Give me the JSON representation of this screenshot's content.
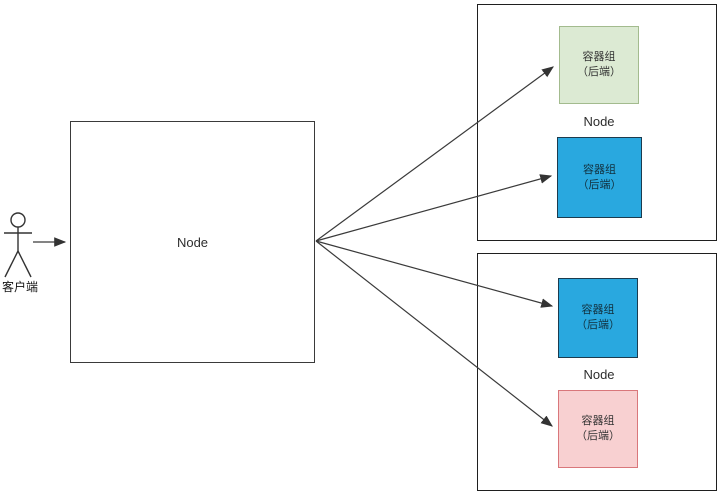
{
  "diagram": {
    "background": "#ffffff",
    "line_color": "#3a3a3a",
    "actor": {
      "label": "客户端"
    },
    "main_node": {
      "label": "Node"
    },
    "groups": [
      {
        "label": "Node"
      },
      {
        "label": "Node"
      }
    ],
    "pods": [
      {
        "name": "backend-pod-green",
        "line1": "容器组",
        "line2": "（后端）",
        "fill": "#dcead3",
        "border": "#a3bb8e",
        "text": "#333333"
      },
      {
        "name": "backend-pod-blue-top",
        "line1": "容器组",
        "line2": "（后端）",
        "fill": "#29a8df",
        "border": "#1c3b4e",
        "text": "#12303e"
      },
      {
        "name": "backend-pod-blue-bottom",
        "line1": "容器组",
        "line2": "（后端）",
        "fill": "#29a8df",
        "border": "#1c3b4e",
        "text": "#12303e"
      },
      {
        "name": "backend-pod-pink",
        "line1": "容器组",
        "line2": "（后端）",
        "fill": "#f8d0d1",
        "border": "#d9777b",
        "text": "#333333"
      }
    ]
  }
}
